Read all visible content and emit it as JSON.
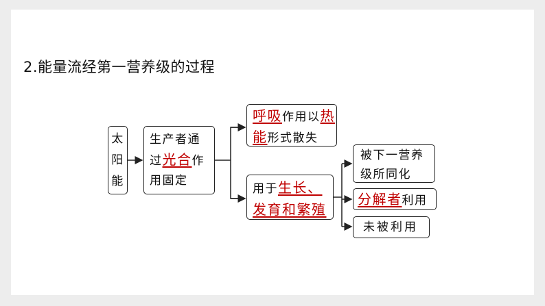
{
  "title": "2.能量流经第一营养级的过程",
  "nodes": {
    "sun": {
      "lines": [
        "太",
        "阳",
        "能"
      ]
    },
    "fixation": {
      "l1": "生产者通",
      "l2_pre": "过",
      "l2_hl": "光合",
      "l2_post": "作",
      "l3": "用固定"
    },
    "respiration": {
      "l1_hl": "呼吸",
      "l1_post": "作用以",
      "l1_hl2": "热",
      "l2_hl": "能",
      "l2_post": "形式散失"
    },
    "growth": {
      "l1_pre": "用于",
      "l1_hl": "生长、",
      "l2_hl": "发育和繁殖"
    },
    "next_level": {
      "l1": "被下一营养",
      "l2": "级所同化"
    },
    "decomposer": {
      "hl": "分解者",
      "post": "利用"
    },
    "unused": {
      "text": "未被利用"
    }
  },
  "colors": {
    "highlight": "#c00000",
    "border": "#222222",
    "background": "#ededed"
  }
}
